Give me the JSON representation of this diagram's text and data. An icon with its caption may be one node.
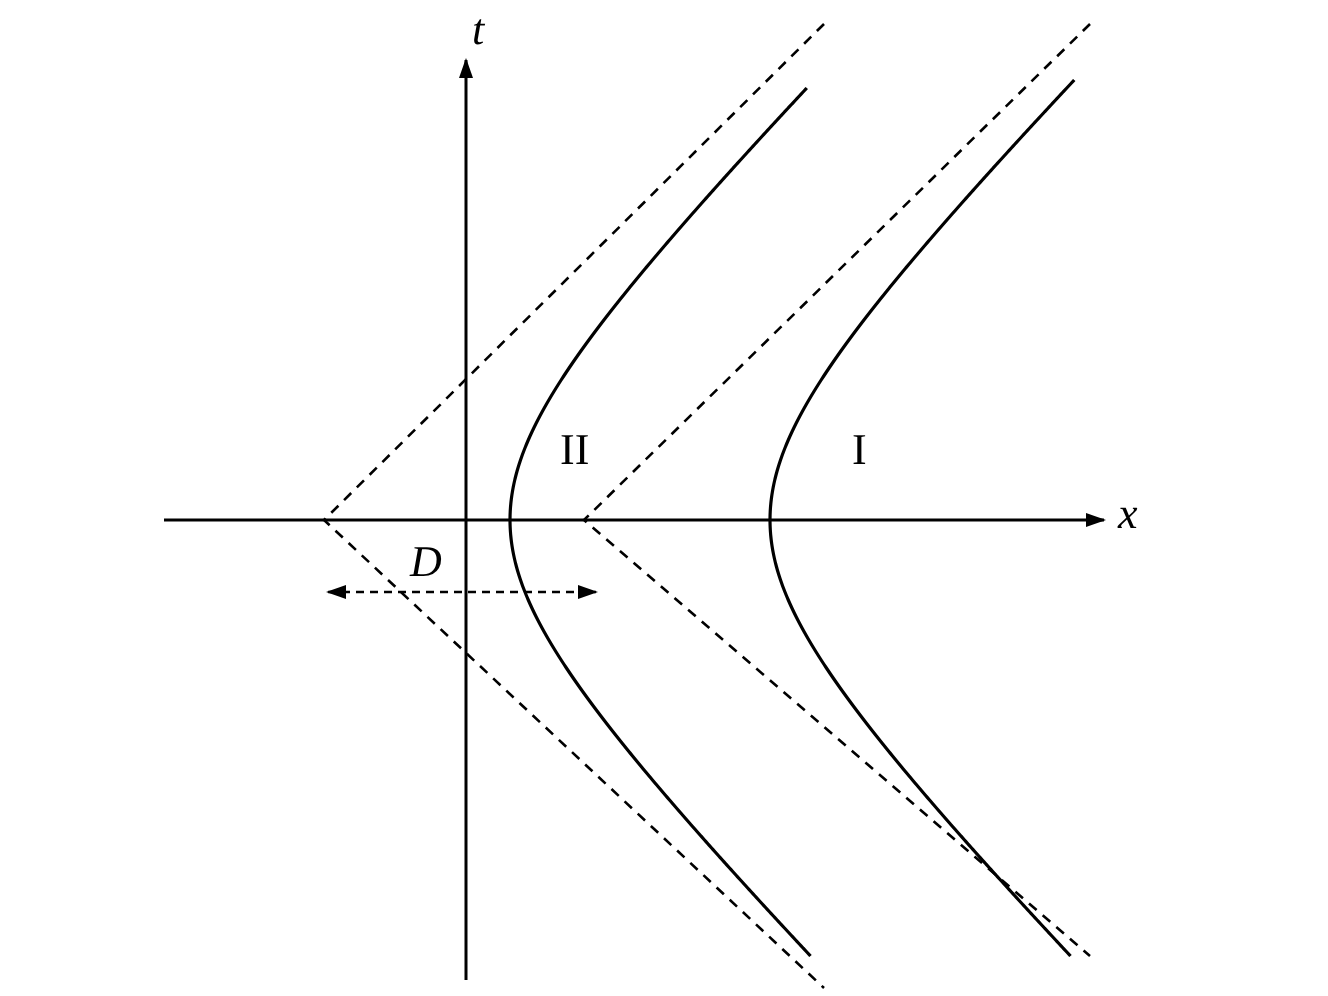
{
  "diagram": {
    "labels": [
      "t",
      "II",
      "I",
      "x",
      "D"
    ]
  }
}
